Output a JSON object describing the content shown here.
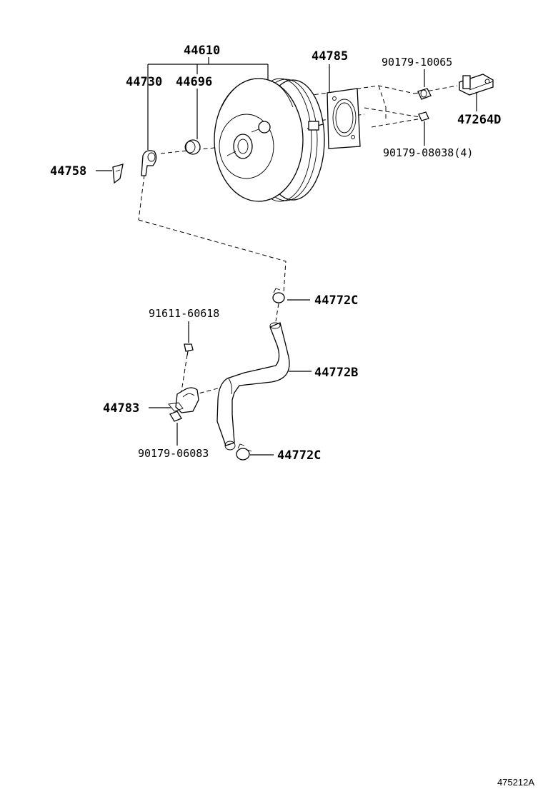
{
  "diagram_id": "475212A",
  "labels": {
    "p44610": "44610",
    "p44730": "44730",
    "p44696": "44696",
    "p44785": "44785",
    "p90179_10065": "90179-10065",
    "p47264D": "47264D",
    "p90179_08038": "90179-08038(4)",
    "p44758": "44758",
    "p44772C_top": "44772C",
    "p91611_60618": "91611-60618",
    "p44772B": "44772B",
    "p44783": "44783",
    "p90179_06083": "90179-06083",
    "p44772C_bottom": "44772C"
  }
}
